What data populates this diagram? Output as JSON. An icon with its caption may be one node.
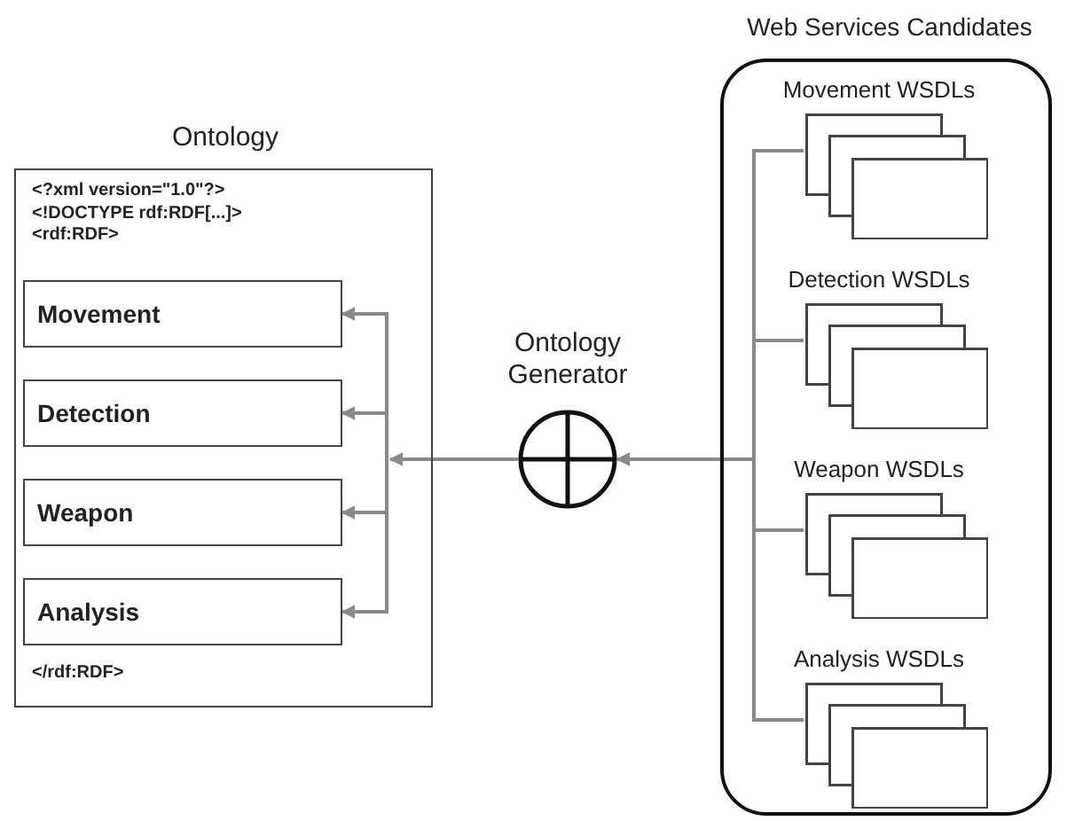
{
  "diagram": {
    "nodes": [
      {
        "text": [
          "Ontology",
          "<?xml version=\"1.0\"?> <!DOCTYPE rdf:RDF[...]> <rdf:RDF>",
          "</rdf:RDF>"
        ]
      },
      {
        "text": [
          "Movement"
        ],
        "in": 0
      },
      {
        "text": [
          "Detection"
        ],
        "in": 0
      },
      {
        "text": [
          "Weapon"
        ],
        "in": 0
      },
      {
        "text": [
          "Analysis"
        ],
        "in": 0
      },
      {
        "text": [
          "Ontology Generator"
        ]
      },
      {
        "text": [
          "Web Services Candidates"
        ]
      },
      {
        "text": [
          "Movement WSDLs"
        ],
        "in": 6
      },
      {
        "text": [
          "Detection WSDLs"
        ],
        "in": 6
      },
      {
        "text": [
          "Weapon WSDLs"
        ],
        "in": 6
      },
      {
        "text": [
          "Analysis WSDLs"
        ],
        "in": 6
      }
    ],
    "edges": [
      {
        "from": 7,
        "to": 5,
        "arrow": "to"
      },
      {
        "from": 8,
        "to": 5,
        "arrow": "to"
      },
      {
        "from": 9,
        "to": 5,
        "arrow": "to"
      },
      {
        "from": 10,
        "to": 5,
        "arrow": "to"
      },
      {
        "from": 5,
        "to": 1,
        "arrow": "to"
      },
      {
        "from": 5,
        "to": 2,
        "arrow": "to"
      },
      {
        "from": 5,
        "to": 3,
        "arrow": "to"
      },
      {
        "from": 5,
        "to": 4,
        "arrow": "to"
      }
    ]
  }
}
